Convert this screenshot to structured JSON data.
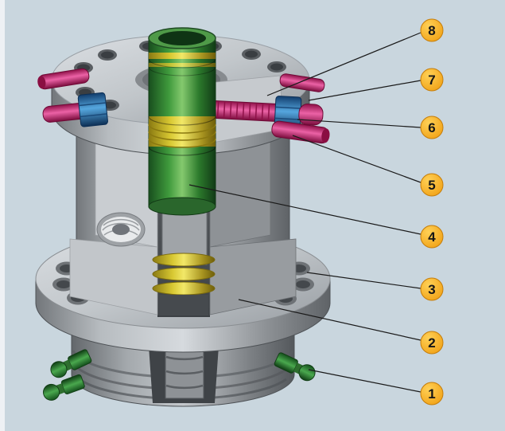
{
  "diagram": {
    "background_color": "#c9d6de",
    "edge_strip_color": "#eef1f4",
    "callout_style": {
      "fill": "#f2a51f",
      "stroke": "#c57d0a",
      "text_color": "#161616",
      "leader_color": "#1a1a1a"
    },
    "part_colors": {
      "body_gray": "#a8adb2",
      "mandrel_green": "#3f9a3c",
      "seal_yellow": "#e8d84a",
      "stud_pink": "#e0509a",
      "nut_blue": "#3f8fd0",
      "fitting_green": "#3f9a3c"
    },
    "callouts": [
      {
        "number": "1"
      },
      {
        "number": "2"
      },
      {
        "number": "3"
      },
      {
        "number": "4"
      },
      {
        "number": "5"
      },
      {
        "number": "6"
      },
      {
        "number": "7"
      },
      {
        "number": "8"
      }
    ]
  }
}
